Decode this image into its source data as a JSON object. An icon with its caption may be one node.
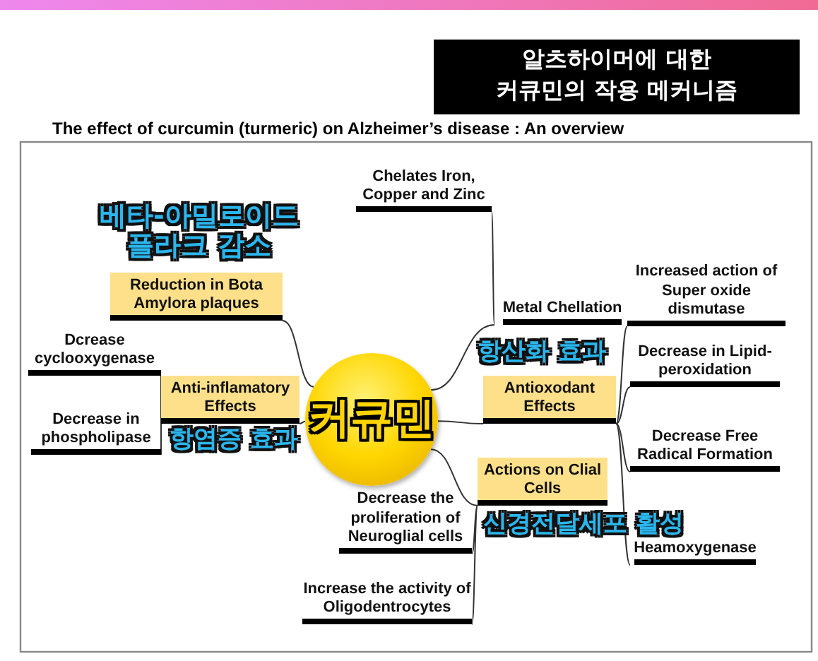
{
  "diagram": {
    "title": "알츠하이머에 대한 커큐민의 작용 메커니즘",
    "caption": "The effect of curcumin (turmeric) on Alzheimer’s disease : An overview",
    "nodes": [
      {
        "text": [
          "커큐민"
        ]
      },
      {
        "text": [
          "Reduction in Bota Amylora plaques"
        ],
        "beside": [
          "베타-아밀로이드 플라크 감소"
        ]
      },
      {
        "text": [
          "Anti-inflamatory Effects"
        ],
        "beside": [
          "항염증 효과"
        ]
      },
      {
        "text": [
          "Dcrease cyclooxygenase"
        ]
      },
      {
        "text": [
          "Decrease in phospholipase"
        ]
      },
      {
        "text": [
          "Chelates Iron, Copper and Zinc"
        ]
      },
      {
        "text": [
          "Metal Chellation"
        ]
      },
      {
        "text": [
          "Antioxodant Effects"
        ],
        "beside": [
          "항산화 효과"
        ]
      },
      {
        "text": [
          "Increased action of Super oxide dismutase"
        ]
      },
      {
        "text": [
          "Decrease in Lipid-peroxidation"
        ]
      },
      {
        "text": [
          "Decrease Free Radical Formation"
        ]
      },
      {
        "text": [
          "Actions on Clial Cells"
        ],
        "beside": [
          "신경전달세포 활성"
        ]
      },
      {
        "text": [
          "Decrease the proliferation of Neuroglial cells"
        ]
      },
      {
        "text": [
          "Increase the activity of Oligodentrocytes"
        ]
      },
      {
        "text": [
          "Heamoxygenase"
        ]
      }
    ],
    "edges": [
      {
        "from": 0,
        "to": 1,
        "arrow": "none"
      },
      {
        "from": 0,
        "to": 2,
        "arrow": "none"
      },
      {
        "from": 2,
        "to": 3,
        "arrow": "none"
      },
      {
        "from": 2,
        "to": 4,
        "arrow": "none"
      },
      {
        "from": 0,
        "to": 6,
        "arrow": "none"
      },
      {
        "from": 6,
        "to": 5,
        "arrow": "none"
      },
      {
        "from": 0,
        "to": 7,
        "arrow": "none"
      },
      {
        "from": 7,
        "to": 8,
        "arrow": "none"
      },
      {
        "from": 7,
        "to": 9,
        "arrow": "none"
      },
      {
        "from": 7,
        "to": 10,
        "arrow": "none"
      },
      {
        "from": 7,
        "to": 14,
        "arrow": "none"
      },
      {
        "from": 0,
        "to": 11,
        "arrow": "none"
      },
      {
        "from": 11,
        "to": 12,
        "arrow": "none"
      },
      {
        "from": 11,
        "to": 13,
        "arrow": "none"
      }
    ]
  }
}
